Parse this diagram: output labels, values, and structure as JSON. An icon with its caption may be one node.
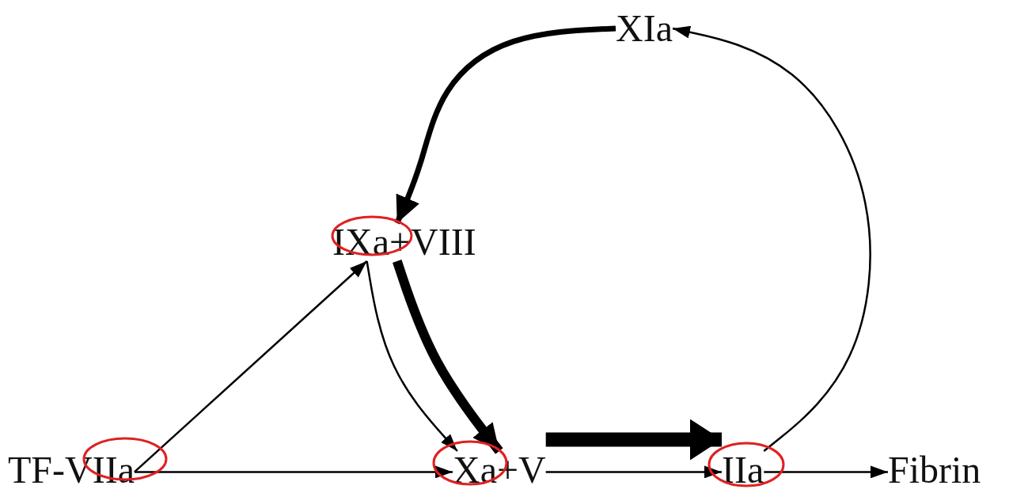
{
  "diagram": {
    "nodes": [
      {
        "text": [
          "XIa"
        ]
      },
      {
        "text": [
          "IXa+VIII"
        ]
      },
      {
        "text": [
          "TF-VIIa"
        ]
      },
      {
        "text": [
          "Xa+V"
        ]
      },
      {
        "text": [
          "IIa"
        ]
      },
      {
        "text": [
          "Fibrin"
        ]
      }
    ],
    "edges": [
      {
        "from": 0,
        "to": 1,
        "arrow": "to",
        "style": "thick"
      },
      {
        "from": 4,
        "to": 0,
        "arrow": "to"
      },
      {
        "from": 2,
        "to": 1,
        "arrow": "to"
      },
      {
        "from": 2,
        "to": 3,
        "arrow": "to"
      },
      {
        "from": 1,
        "to": 3,
        "arrow": "to"
      },
      {
        "from": 1,
        "to": 3,
        "arrow": "to",
        "style": "thick"
      },
      {
        "from": 3,
        "to": 4,
        "arrow": "to"
      },
      {
        "from": 3,
        "to": 4,
        "arrow": "to",
        "style": "thick"
      },
      {
        "from": 4,
        "to": 5,
        "arrow": "to"
      }
    ]
  }
}
